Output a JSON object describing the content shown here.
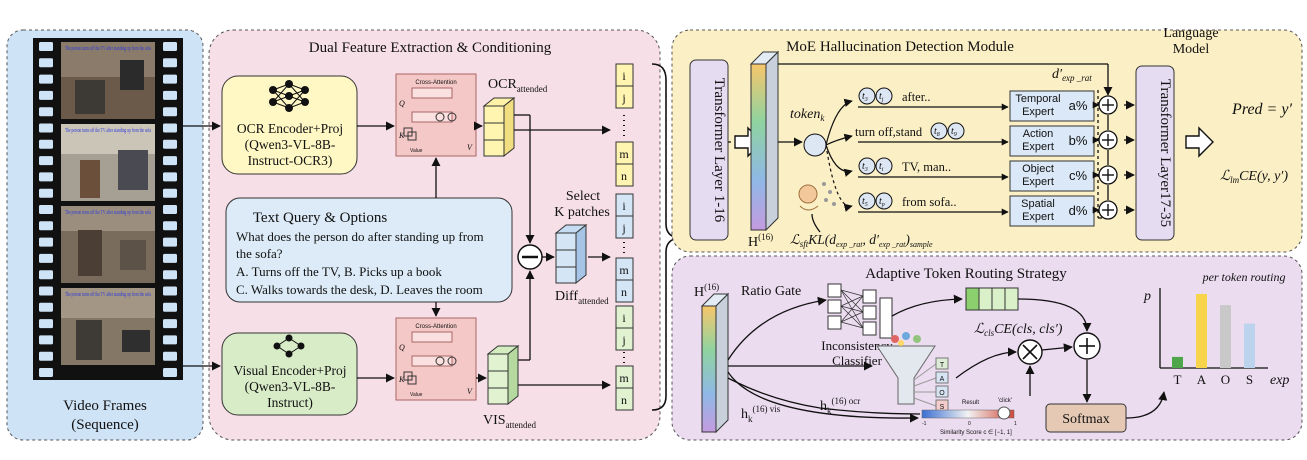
{
  "video_panel": {
    "label_line1": "Video Frames",
    "label_line2": "(Sequence)",
    "frame_captions": [
      "The person turns off the TV after standing up from the sofa",
      "The person turns off the TV after standing up from the sofa",
      "The person turns off the TV after standing up from the sofa",
      "The person turns off the TV after standing up from the sofa"
    ]
  },
  "dual_panel": {
    "title": "Dual Feature Extraction & Conditioning",
    "ocr_encoder": [
      "OCR Encoder+Proj",
      "(Qwen3-VL-8B-",
      "Instruct-OCR3)"
    ],
    "visual_encoder": [
      "Visual Encoder+Proj",
      "(Qwen3-VL-8B-",
      "Instruct)"
    ],
    "cross_attention_label": "Cross-Attention",
    "q": "Q",
    "k": "K",
    "v": "V",
    "value": "Value",
    "ocr_attended": "OCR",
    "ocr_attended_sub": "attended",
    "vis_attended": "VIS",
    "vis_attended_sub": "attended",
    "diff_attended": "Diff",
    "diff_attended_sub": "attended",
    "select_line1": "Select",
    "select_line2": "K patches",
    "query_title": "Text Query & Options",
    "query_lines": [
      "What does the person do after standing up from",
      "the sofa?",
      "A.    Turns off the TV, B. Picks up a book",
      "C. Walks towards the desk, D. Leaves the room"
    ],
    "token_letters": [
      "i",
      "j",
      "m",
      "n"
    ]
  },
  "moe_panel": {
    "title": "MoE Hallucination Detection Module",
    "lm_line1": "Language",
    "lm_line2": "Model",
    "transformer_left": "Transformer Layer 1-16",
    "transformer_right": "Transformer Layer17-35",
    "h16": "H",
    "h16_sup": "(16)",
    "token_k": "token",
    "token_k_sub": "k",
    "d_exp": "d′",
    "d_exp_sub": "exp _rat",
    "pred": "Pred = y′",
    "lm_loss": "ℒ",
    "lm_loss_sub": "lm",
    "lm_loss_rest": "CE(y, y′)",
    "sft_loss": "ℒ",
    "sft_loss_sub": "sft",
    "sft_loss_rest": "KL(d",
    "sft_loss_rest2": ", d′",
    "sft_loss_rest3": ")",
    "sft_sub_a": "exp _rat",
    "sft_sub_b": "exp _rat",
    "sft_sample": "sample",
    "experts": [
      {
        "name": [
          "Temporal",
          "Expert"
        ],
        "pct": "a%",
        "tokens": [
          "t",
          "t"
        ],
        "subs": [
          "3",
          "j"
        ],
        "text": "after.."
      },
      {
        "name": [
          "Action",
          "Expert"
        ],
        "pct": "b%",
        "tokens": [
          "t",
          "t"
        ],
        "subs": [
          "8",
          "9"
        ],
        "text": "turn off,stand"
      },
      {
        "name": [
          "Object",
          "Expert"
        ],
        "pct": "c%",
        "tokens": [
          "t",
          "t"
        ],
        "subs": [
          "3",
          "i"
        ],
        "text": "TV, man.."
      },
      {
        "name": [
          "Spatial",
          "Expert"
        ],
        "pct": "d%",
        "tokens": [
          "t",
          "t"
        ],
        "subs": [
          "5",
          "p"
        ],
        "text": "from sofa.."
      }
    ]
  },
  "routing_panel": {
    "title": "Adaptive Token Routing Strategy",
    "h16": "H",
    "h16_sup": "(16)",
    "ratio_gate": "Ratio Gate",
    "classifier_line1": "Inconsistency",
    "classifier_line2": "Classifier",
    "cls_loss": "ℒ",
    "cls_loss_sub": "cls",
    "cls_loss_rest": "CE(cls, cls′)",
    "h_vis": "h",
    "h_vis_sub": "k",
    "h_vis_sup": "(16) vis",
    "h_ocr": "h",
    "h_ocr_sub": "k",
    "h_ocr_sup": "(16) ocr",
    "softmax": "Softmax",
    "funnel_tags": [
      "T",
      "A",
      "O",
      "S"
    ],
    "similarity_result": "Result",
    "similarity_click": "'click'",
    "similarity_label": "Similarity Score c",
    "similarity_range": "∈ [−1, 1]",
    "sim_min": "-1",
    "sim_mid": "0",
    "sim_max": "1"
  },
  "chart_data": {
    "type": "bar",
    "title": "per token routing",
    "ylabel": "p",
    "xlabel": "exp",
    "categories": [
      "T",
      "A",
      "O",
      "S"
    ],
    "values": [
      0.15,
      1.0,
      0.85,
      0.6
    ],
    "colors": [
      "#4ea64a",
      "#f7d44a",
      "#c8c8c8",
      "#bcd3ee"
    ]
  }
}
